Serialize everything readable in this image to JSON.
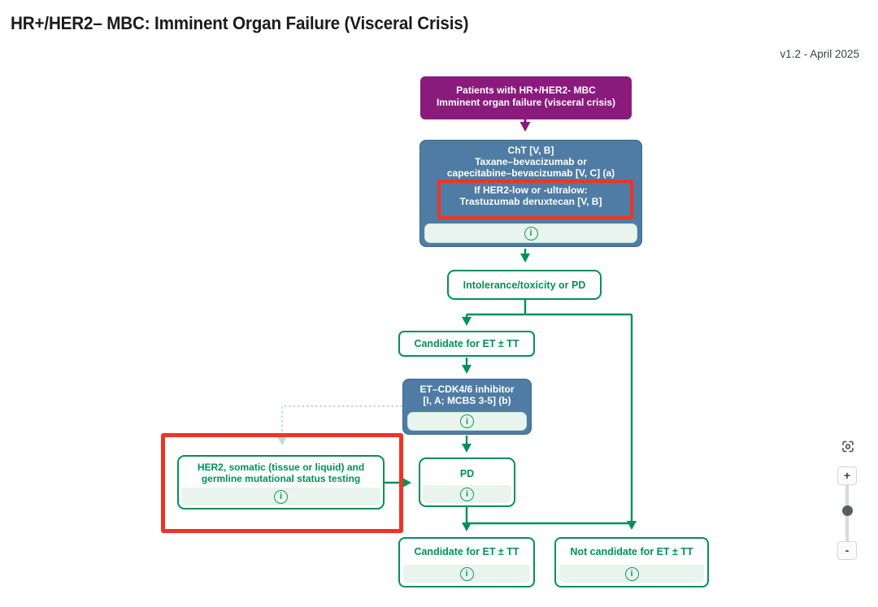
{
  "page": {
    "title": "HR+/HER2– MBC: Imminent Organ Failure (Visceral Crisis)",
    "version": "v1.2 - April 2025"
  },
  "colors": {
    "purple": "#8a1a7c",
    "blue": "#4e7ca4",
    "green": "#00915a",
    "band_light_green": "#e9f4ee",
    "highlight_red": "#ee3424",
    "dotted_connector": "#bfdccd",
    "control_gray": "#5f6368"
  },
  "flow": {
    "patients": {
      "line1": "Patients with HR+/HER2- MBC",
      "line2": "Imminent organ failure (visceral crisis)"
    },
    "cht": {
      "line1": "ChT [V, B]",
      "line2": "Taxane–bevacizumab or",
      "line3": "capecitabine–bevacizumab [V, C] (a)",
      "highlight1": "If HER2-low or -ultralow:",
      "highlight2": "Trastuzumab deruxtecan [V, B]"
    },
    "intolerance": "Intolerance/toxicity or PD",
    "candidate_top": "Candidate for ET ± TT",
    "etcdk": {
      "line1": "ET–CDK4/6 inhibitor",
      "line2": "[I, A; MCBS 3-5] (b)"
    },
    "her2_testing": {
      "line1": "HER2, somatic (tissue or liquid) and",
      "line2": "germline mutational status testing"
    },
    "pd": "PD",
    "candidate_bottom": "Candidate for ET ± TT",
    "not_candidate": "Not candidate for ET ± TT"
  },
  "icons": {
    "info": "i",
    "zoom_in": "+",
    "zoom_out": "-"
  }
}
